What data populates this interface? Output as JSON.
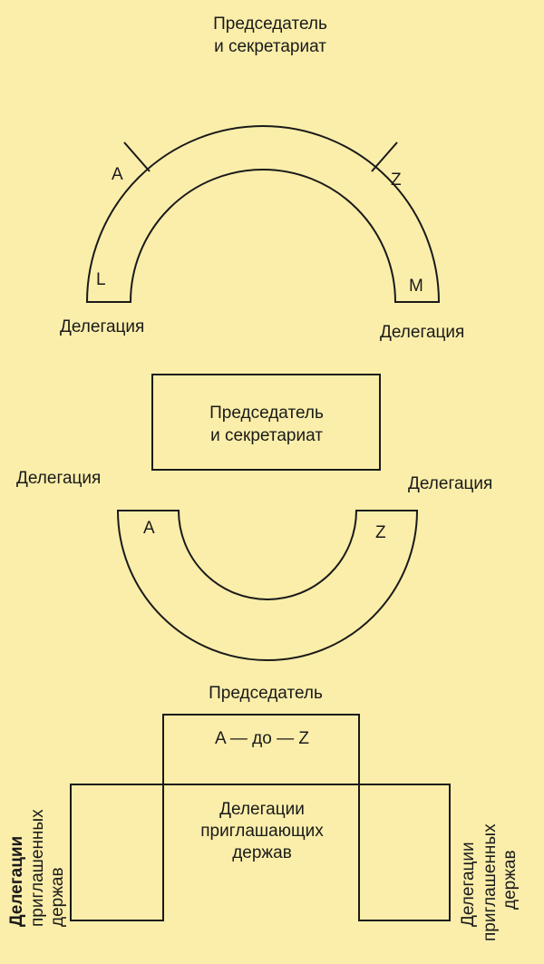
{
  "layout1": {
    "title_line1": "Председатель",
    "title_line2": "и секретариат",
    "letter_a": "A",
    "letter_l": "L",
    "letter_z": "Z",
    "letter_m": "M",
    "delegation_left": "Делегация",
    "delegation_right": "Делегация"
  },
  "layout2": {
    "box_line1": "Председатель",
    "box_line2": "и секретариат",
    "delegation_left": "Делегация",
    "delegation_right": "Делегация",
    "letter_a": "A",
    "letter_z": "Z"
  },
  "layout3": {
    "chairman": "Председатель",
    "a_to_z": "A — до — Z",
    "center_line1": "Делегации",
    "center_line2": "приглашающих",
    "center_line3": "держав",
    "left_line1": "Делегации",
    "left_line2": "приглашенных",
    "left_line3": "держав",
    "right_line1": "Делегации",
    "right_line2": "приглашенных",
    "right_line3": "держав"
  },
  "colors": {
    "background": "#fbeeaa",
    "ink": "#1a1a1a"
  }
}
